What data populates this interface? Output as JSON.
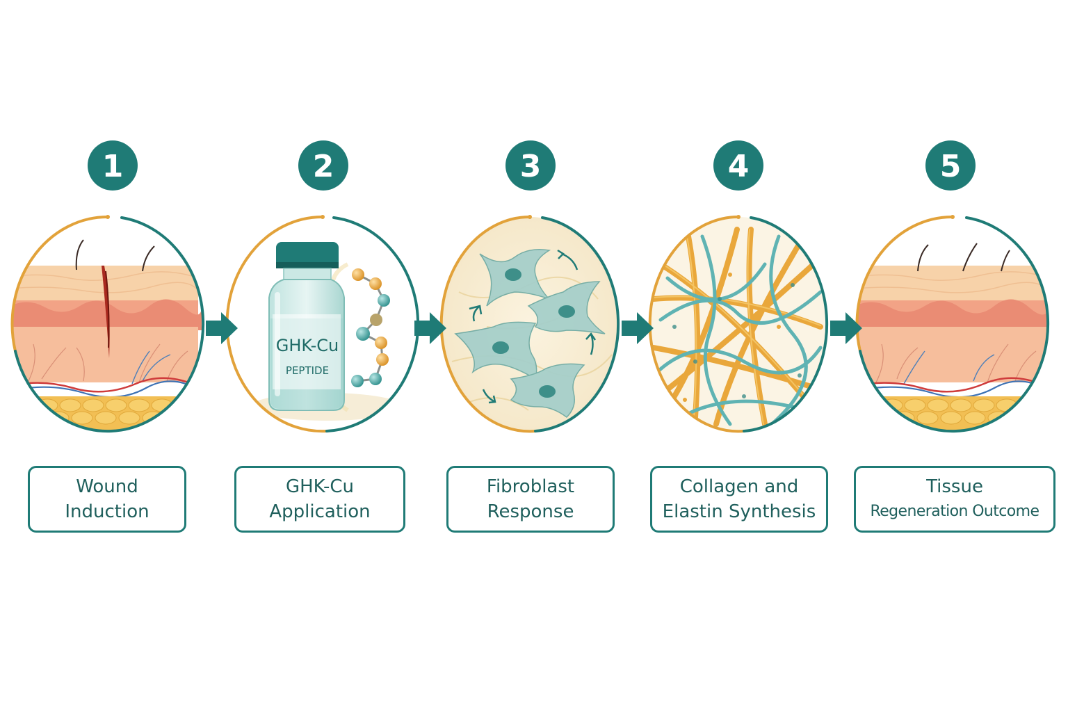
{
  "colors": {
    "teal": "#1f7b76",
    "gold": "#e2a23a",
    "skin": "#f4b596",
    "fat": "#f2c35a",
    "fiber_gold": "#e9a73b",
    "fiber_teal": "#5fb3b3",
    "cell": "#9cc9c4"
  },
  "steps": [
    {
      "number": "1",
      "line1": "Wound",
      "line2": "Induction",
      "illustration": "skin-cross-section-with-incision"
    },
    {
      "number": "2",
      "line1": "GHK-Cu",
      "line2": "Application",
      "illustration": "peptide-vial-with-molecule-chain"
    },
    {
      "number": "3",
      "line1": "Fibroblast",
      "line2": "Response",
      "illustration": "migrating-fibroblast-cells"
    },
    {
      "number": "4",
      "line1": "Collagen and",
      "line2": "Elastin Synthesis",
      "illustration": "collagen-elastin-fiber-network"
    },
    {
      "number": "5",
      "line1": "Tissue",
      "line2": "Regeneration Outcome",
      "illustration": "healed-skin-cross-section"
    }
  ],
  "vial": {
    "name": "GHK-Cu",
    "type": "PEPTIDE"
  },
  "arrow_icon": "right-arrow-icon"
}
